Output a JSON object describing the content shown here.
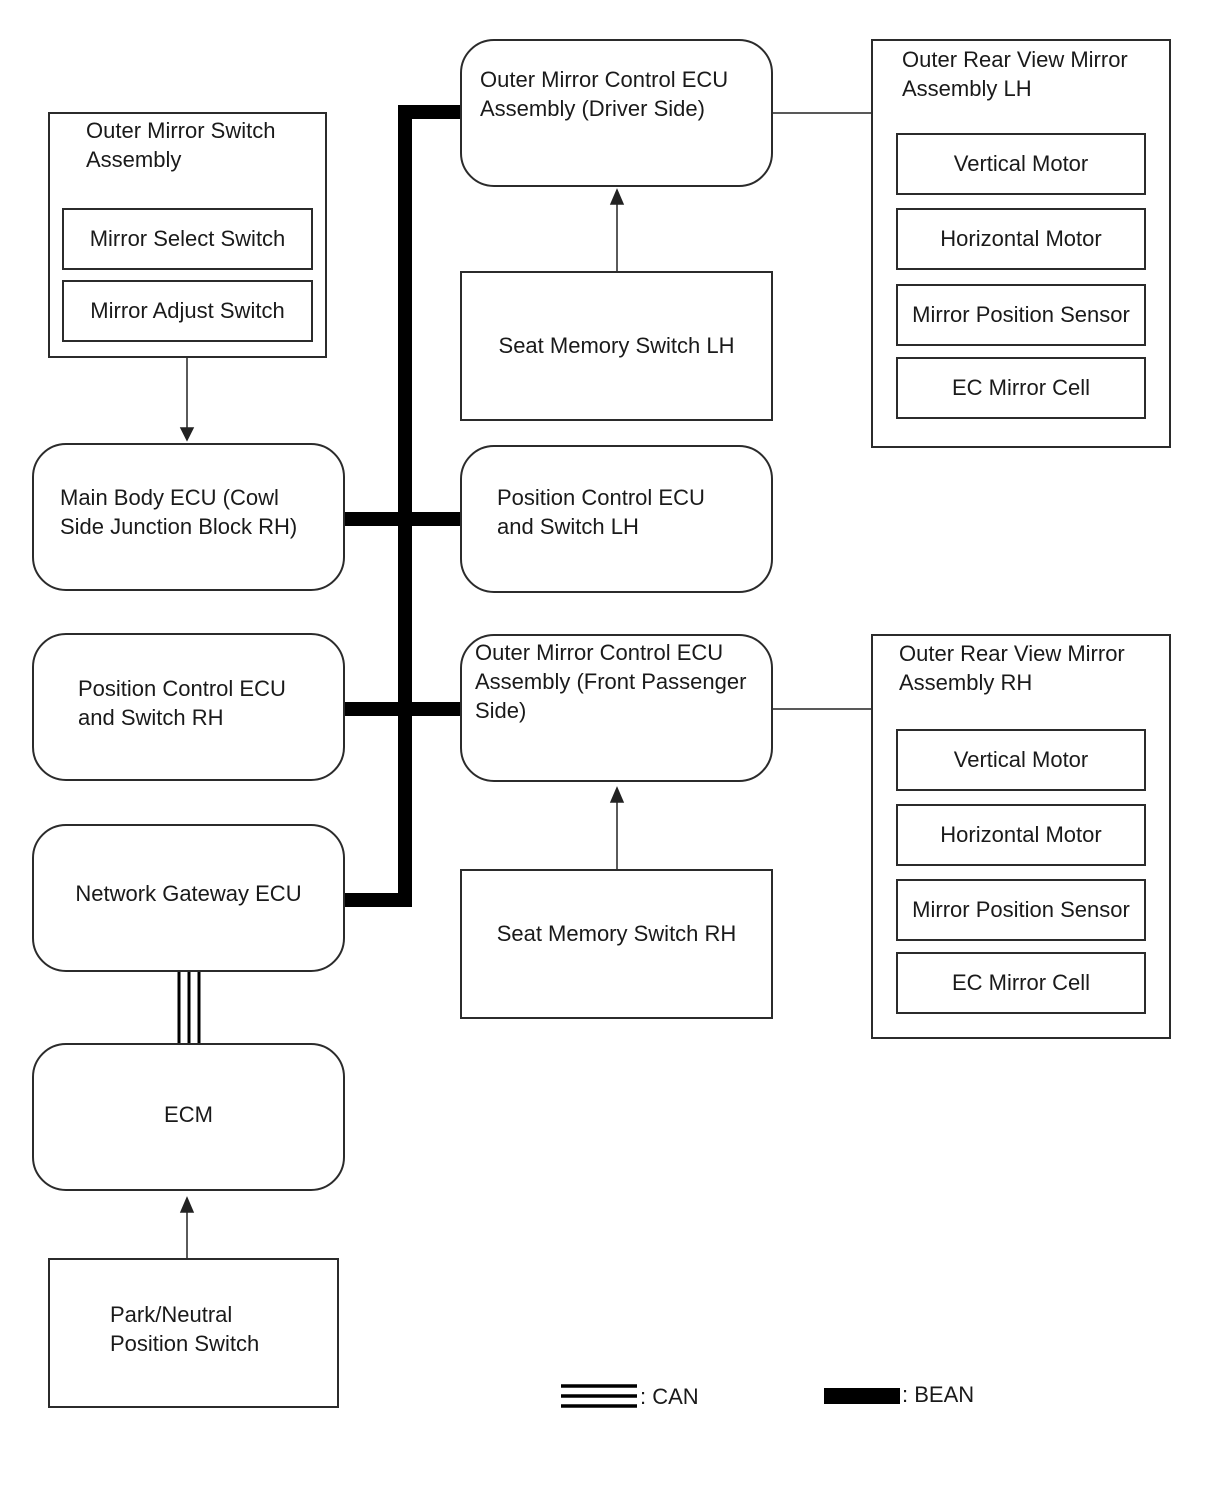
{
  "nodes": {
    "outer_mirror_switch": {
      "title": "Outer Mirror Switch\nAssembly",
      "items": [
        "Mirror Select Switch",
        "Mirror Adjust Switch"
      ]
    },
    "main_body_ecu": {
      "label": "Main Body ECU (Cowl\nSide Junction Block RH)"
    },
    "position_control_rh": {
      "label": "Position Control ECU\nand Switch RH"
    },
    "network_gateway_ecu": {
      "label": "Network Gateway ECU"
    },
    "ecm": {
      "label": "ECM"
    },
    "park_neutral_switch": {
      "label": "Park/Neutral\nPosition Switch"
    },
    "outer_mirror_ecu_driver": {
      "label": "Outer Mirror Control ECU\nAssembly (Driver Side)"
    },
    "seat_memory_lh": {
      "label": "Seat Memory Switch LH"
    },
    "position_control_lh": {
      "label": "Position Control ECU\nand Switch LH"
    },
    "outer_mirror_ecu_passenger": {
      "label": "Outer Mirror Control ECU\nAssembly (Front Passenger\nSide)"
    },
    "seat_memory_rh": {
      "label": "Seat Memory Switch RH"
    },
    "mirror_assembly_lh": {
      "title": "Outer Rear View Mirror\nAssembly LH",
      "items": [
        "Vertical Motor",
        "Horizontal Motor",
        "Mirror Position Sensor",
        "EC Mirror Cell"
      ]
    },
    "mirror_assembly_rh": {
      "title": "Outer Rear View Mirror\nAssembly RH",
      "items": [
        "Vertical Motor",
        "Horizontal Motor",
        "Mirror Position Sensor",
        "EC Mirror Cell"
      ]
    }
  },
  "legend": {
    "can": ": CAN",
    "bean": ": BEAN"
  },
  "colors": {
    "line": "#000000",
    "border": "#2b2b2b",
    "background": "#ffffff"
  }
}
